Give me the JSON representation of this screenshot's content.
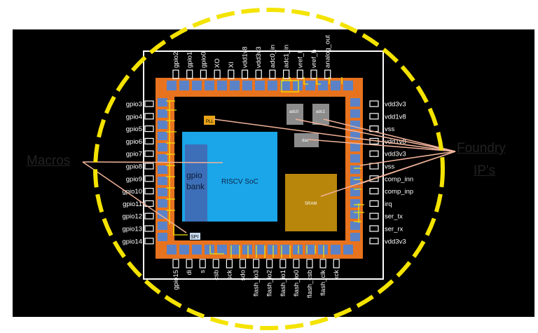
{
  "callouts": {
    "macros": "Macros",
    "foundry_line1": "Foundry",
    "foundry_line2": "IP's"
  },
  "chip": {
    "soc_label": "RISCV SoC",
    "gpio_bank_line1": "gpio",
    "gpio_bank_line2": "bank",
    "sram_label": "SRAM",
    "pll_label": "PLL",
    "spi_label": "SPI",
    "adc0_label": "adc0",
    "adc1_label": "adc1",
    "dac_label": "dac"
  },
  "pins": {
    "top": [
      "gpio2",
      "gpio1",
      "gpio0",
      "XO",
      "XI",
      "vdd1v8",
      "vdd3v3",
      "adc0_in",
      "adc1_in",
      "vref_l",
      "vref_h",
      "analog_out"
    ],
    "left": [
      "gpio3",
      "gpio4",
      "gpio5",
      "gpio6",
      "gpio7",
      "gpio8",
      "gpio9",
      "gpio10",
      "gpio11",
      "gpio12",
      "gpio13",
      "gpio14"
    ],
    "right": [
      "vdd3v3",
      "vdd1v8",
      "vss",
      "vdd1v8",
      "vdd3v3",
      "vss",
      "comp_inn",
      "comp_inp",
      "irq",
      "ser_tx",
      "ser_rx",
      "vdd3v3"
    ],
    "bottom": [
      "gpio15",
      "di",
      "s",
      "csb",
      "sck",
      "sdo",
      "flash_io3",
      "flash_io2",
      "flash_io1",
      "flash_io0",
      "flash_csb",
      "flash_clk",
      "xck"
    ]
  },
  "colors": {
    "background": "#000000",
    "outline": "#ffffff",
    "ring": "#e8731f",
    "pad": "#5b82c7",
    "soc": "#1aa6e8",
    "gpio_bank": "#3d6fb8",
    "sram": "#b8860b",
    "pll": "#e8a317",
    "analog": "#8c8c8c",
    "highlight": "#f4e300",
    "callout_line": "#f1b39a"
  }
}
